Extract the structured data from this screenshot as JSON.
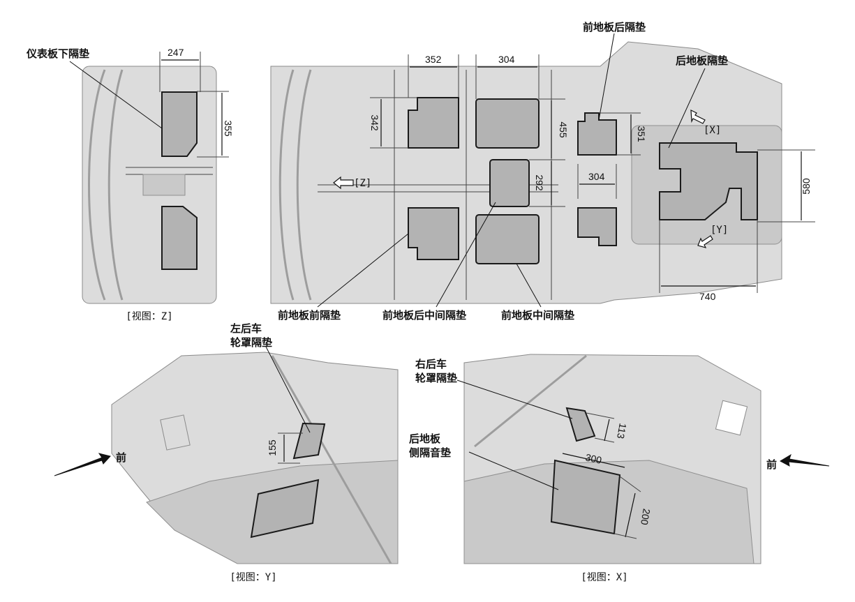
{
  "labels": {
    "instrument_pad": "仪表板下隔垫",
    "front_floor_rear_pad": "前地板后隔垫",
    "rear_floor_pad": "后地板隔垫",
    "front_floor_front_pad": "前地板前隔垫",
    "front_floor_rear_middle_pad": "前地板后中间隔垫",
    "front_floor_middle_pad": "前地板中间隔垫",
    "left_rear_wheel_pad_line1": "左后车",
    "left_rear_wheel_pad_line2": "轮罩隔垫",
    "right_rear_wheel_pad_line1": "右后车",
    "right_rear_wheel_pad_line2": "轮罩隔垫",
    "rear_floor_side_pad_line1": "后地板",
    "rear_floor_side_pad_line2": "侧隔音垫",
    "front_left": "前",
    "front_right": "前"
  },
  "dimensions": {
    "d247": "247",
    "d355": "355",
    "d352": "352",
    "d304_top": "304",
    "d342": "342",
    "d455": "455",
    "d292": "292",
    "d304_mid": "304",
    "d351": "351",
    "d580": "580",
    "d740": "740",
    "d155": "155",
    "d113": "113",
    "d300": "300",
    "d200": "200"
  },
  "view_markers": {
    "z": "[Z]",
    "x": "[X]",
    "y": "[Y]"
  },
  "captions": {
    "view_z": "[视图：Z]",
    "view_y": "[视图：Y]",
    "view_x": "[视图：X]"
  }
}
